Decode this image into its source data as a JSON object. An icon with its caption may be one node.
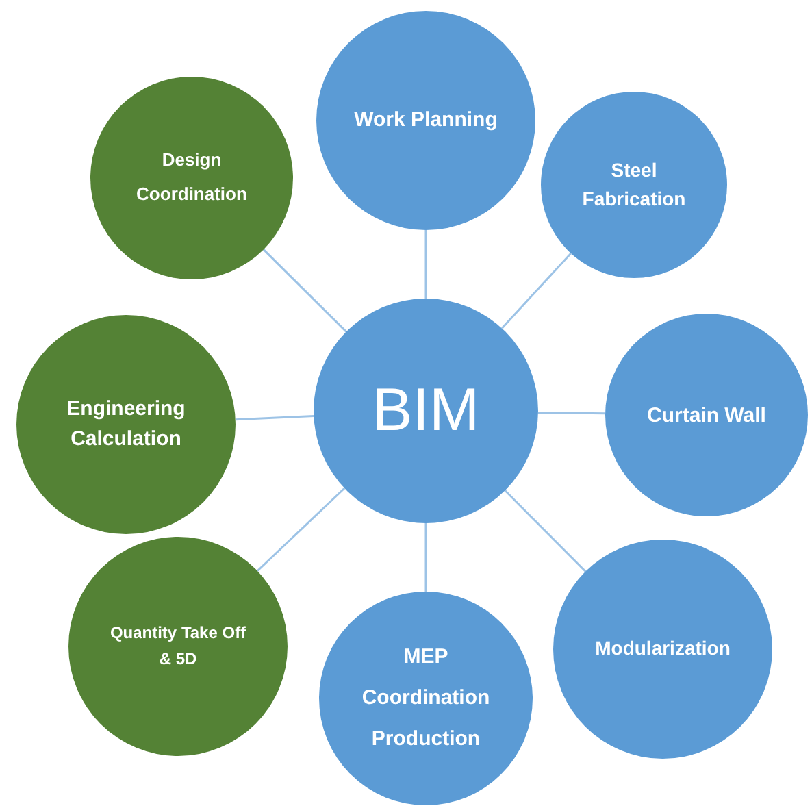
{
  "diagram": {
    "nodes": [
      {
        "text": [
          "BIM"
        ]
      },
      {
        "text": [
          "Work Planning"
        ]
      },
      {
        "text": [
          "Steel Fabrication"
        ]
      },
      {
        "text": [
          "Curtain Wall"
        ]
      },
      {
        "text": [
          "Modularization"
        ]
      },
      {
        "text": [
          "MEP Coordination Production"
        ]
      },
      {
        "text": [
          "Quantity Take Off & 5D"
        ]
      },
      {
        "text": [
          "Engineering Calculation"
        ]
      },
      {
        "text": [
          "Design Coordination"
        ]
      }
    ],
    "edges": [
      {
        "from": 0,
        "to": 1,
        "arrow": "none"
      },
      {
        "from": 0,
        "to": 2,
        "arrow": "none"
      },
      {
        "from": 0,
        "to": 3,
        "arrow": "none"
      },
      {
        "from": 0,
        "to": 4,
        "arrow": "none"
      },
      {
        "from": 0,
        "to": 5,
        "arrow": "none"
      },
      {
        "from": 0,
        "to": 6,
        "arrow": "none"
      },
      {
        "from": 0,
        "to": 7,
        "arrow": "none"
      },
      {
        "from": 0,
        "to": 8,
        "arrow": "none"
      }
    ]
  }
}
